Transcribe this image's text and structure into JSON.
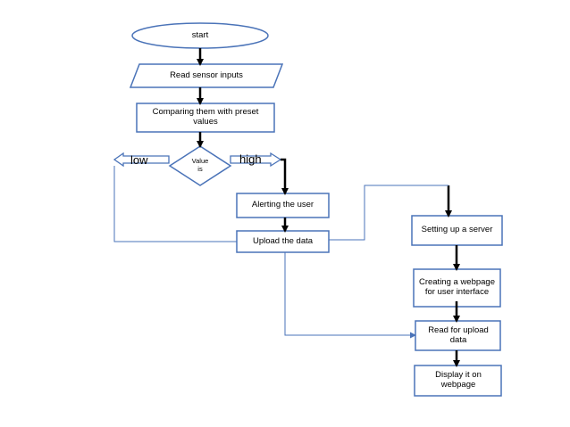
{
  "colors": {
    "shape_fill": "#ffffff",
    "shape_stroke": "#4a73b8",
    "arrow_black": "#000000",
    "connector_blue": "#4a73b8"
  },
  "nodes": {
    "start": "start",
    "read_inputs": "Read sensor inputs",
    "compare": "Comparing them with preset values",
    "decision": "Value is",
    "low": "low",
    "high": "high",
    "alert": "Alerting the user",
    "upload": "Upload the data",
    "server": "Setting up a server",
    "webpage": "Creating a webpage for user interface",
    "read_upload": "Read for upload data",
    "display": "Display it on webpage"
  }
}
